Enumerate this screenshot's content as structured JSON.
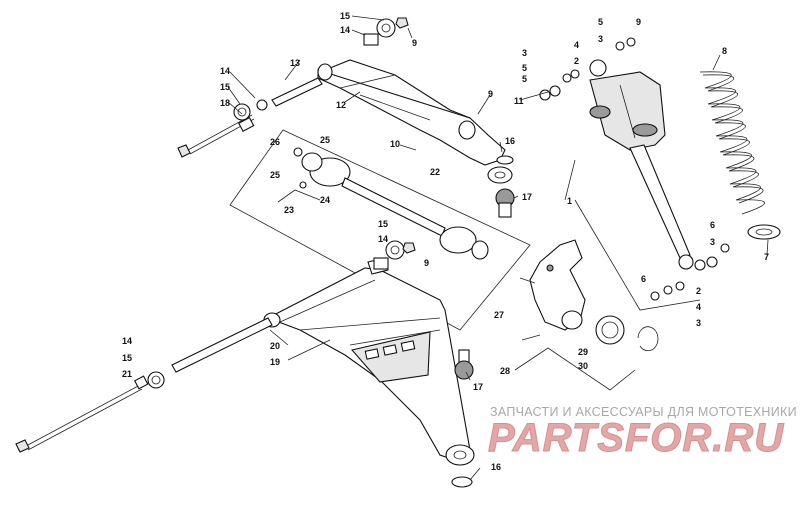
{
  "diagram": {
    "callouts": [
      "1",
      "2",
      "3",
      "4",
      "5",
      "6",
      "7",
      "8",
      "9",
      "10",
      "11",
      "12",
      "13",
      "14",
      "15",
      "16",
      "17",
      "18",
      "19",
      "20",
      "21",
      "22",
      "23",
      "24",
      "25",
      "26",
      "27",
      "28",
      "29",
      "30"
    ]
  },
  "labels": {
    "l15a": "15",
    "l14a": "14",
    "l9a": "9",
    "l13": "13",
    "l14b": "14",
    "l15b": "15",
    "l18": "18",
    "l12": "12",
    "l9b": "9",
    "l10": "10",
    "l16a": "16",
    "l22": "22",
    "l17a": "17",
    "l26": "26",
    "l25a": "25",
    "l25b": "25",
    "l24": "24",
    "l23": "23",
    "l15c": "15",
    "l14c": "14",
    "l9c": "9",
    "l5a": "5",
    "l9d": "9",
    "l3a": "3",
    "l4a": "4",
    "l3b": "3",
    "l5b": "5",
    "l2a": "2",
    "l5c": "5",
    "l11": "11",
    "l8": "8",
    "l1": "1",
    "l6a": "6",
    "l3c": "3",
    "l7": "7",
    "l6b": "6",
    "l2b": "2",
    "l4b": "4",
    "l3d": "3",
    "l27": "27",
    "l28": "28",
    "l29": "29",
    "l30": "30",
    "l20": "20",
    "l19": "19",
    "l14d": "14",
    "l15d": "15",
    "l21": "21",
    "l17b": "17",
    "l16b": "16"
  },
  "watermark": {
    "subtitle": "ЗАПЧАСТИ И АКСЕССУАРЫ ДЛЯ МОТОТЕХНИКИ",
    "logo": "PARTSFOR.RU"
  }
}
